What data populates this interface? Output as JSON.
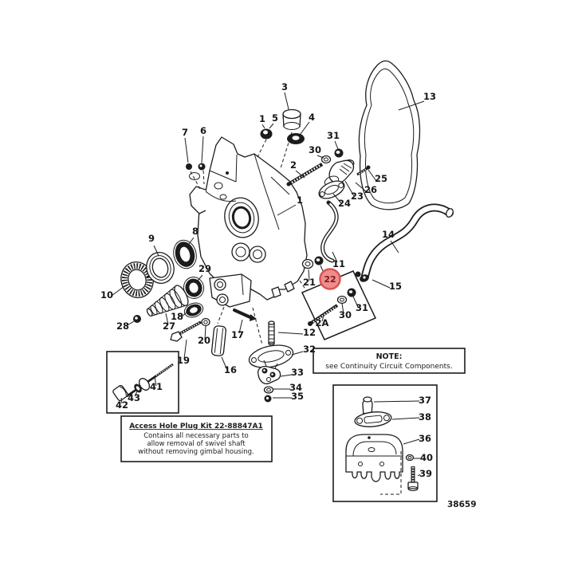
{
  "page": {
    "background": "#ffffff",
    "line_color": "#1c1c1c",
    "drawing_number": "38659"
  },
  "highlight": {
    "fill": "#ef8c8c",
    "stroke": "#d85454",
    "text_color": "#7a1c1c"
  },
  "callouts": {
    "plug_top": "3",
    "grommet": "4",
    "housing_plug_a": "1",
    "housing_plug_b": "5",
    "continuity_screw": "7",
    "screw": "6",
    "top_nut": "31",
    "top_washer": "30",
    "stud": "2",
    "elbow": "23",
    "elbow_gasket": "24",
    "elbow_screw": "25",
    "elbow_lockwasher": "26",
    "transom_gasket": "13",
    "gimbal_housing": "1",
    "strap": "11",
    "mid_washer": "21",
    "highlighted_screw": "22",
    "hose": "14",
    "hose_fitting": "15",
    "stud_kit": "2A",
    "kit_washer": "30",
    "kit_nut": "31",
    "oil_seal": "8",
    "bearing_race": "9",
    "gimbal_bearing": "10",
    "lower_bearing": "29",
    "bellows_nut": "28",
    "bellows": "27",
    "lower_seal": "18",
    "shaft_washer": "20",
    "shaft_bolt": "19",
    "pivot_pin": "17",
    "bushing": "16",
    "small_stud": "12",
    "oval_gasket": "32",
    "connector": "33",
    "bottom_washer": "34",
    "bottom_nut": "35",
    "tool_shaft": "41",
    "tool_seal": "43",
    "tool_plug": "42",
    "anode_plug": "37",
    "anode_gasket": "38",
    "anode_block": "36",
    "anode_washer": "40",
    "anode_bolt": "39"
  },
  "note_box": {
    "title": "NOTE:",
    "body": "see Continuity Circuit Components."
  },
  "access_kit": {
    "title": "Access Hole Plug Kit 22-88847A1",
    "line1": "Contains all necessary parts to",
    "line2": "allow removal of swivel shaft",
    "line3": "without removing gimbal housing."
  }
}
